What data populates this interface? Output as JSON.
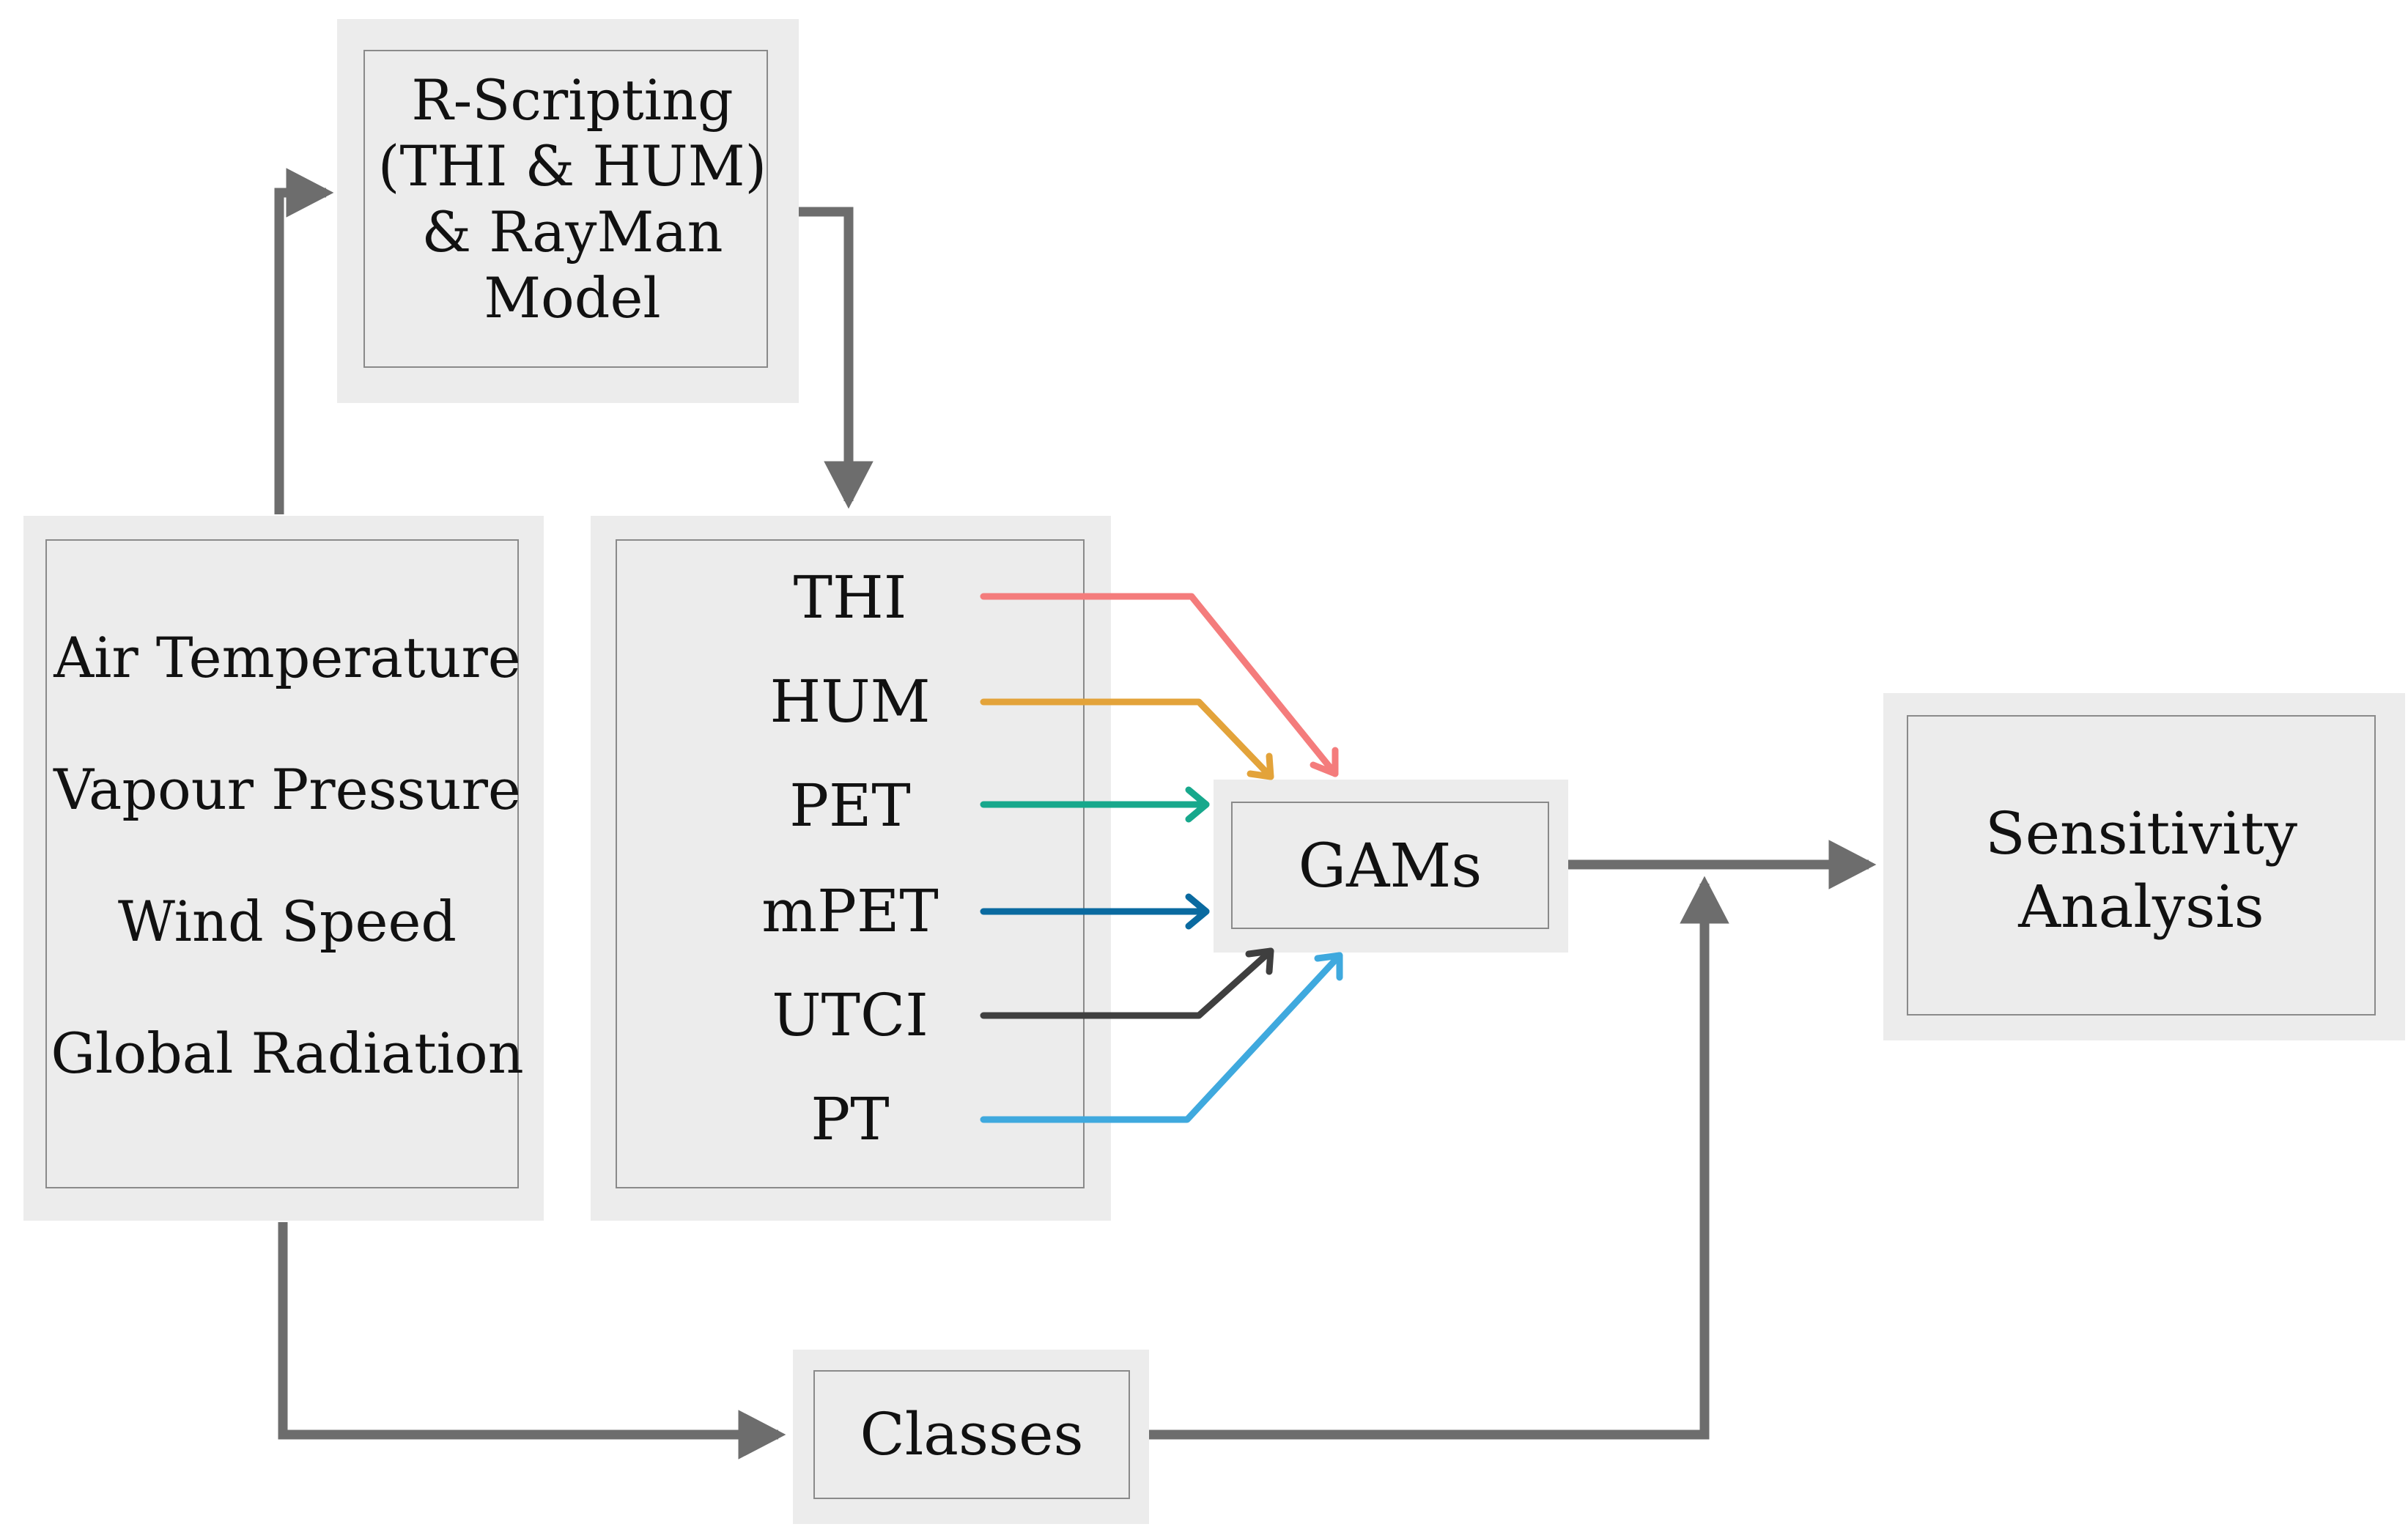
{
  "rscript": {
    "lines": [
      "R-Scripting",
      "(THI & HUM)",
      "& RayMan",
      "Model"
    ]
  },
  "inputs": {
    "items": [
      "Air Temperature",
      "Vapour Pressure",
      "Wind Speed",
      "Global Radiation"
    ]
  },
  "indices": {
    "items": [
      {
        "label": "THI",
        "color": "#f47c7c"
      },
      {
        "label": "HUM",
        "color": "#e3a33a"
      },
      {
        "label": "PET",
        "color": "#17a88c"
      },
      {
        "label": "mPET",
        "color": "#0a6aa0"
      },
      {
        "label": "UTCI",
        "color": "#3f3f3f"
      },
      {
        "label": "PT",
        "color": "#3fa9de"
      }
    ]
  },
  "gams": {
    "label": "GAMs"
  },
  "sensitivity": {
    "lines": [
      "Sensitivity",
      "Analysis"
    ]
  },
  "classes": {
    "label": "Classes"
  },
  "colors": {
    "flow_arrow": "#6d6d6d",
    "box_fill": "#ececec",
    "box_border": "#8a8a8a"
  }
}
